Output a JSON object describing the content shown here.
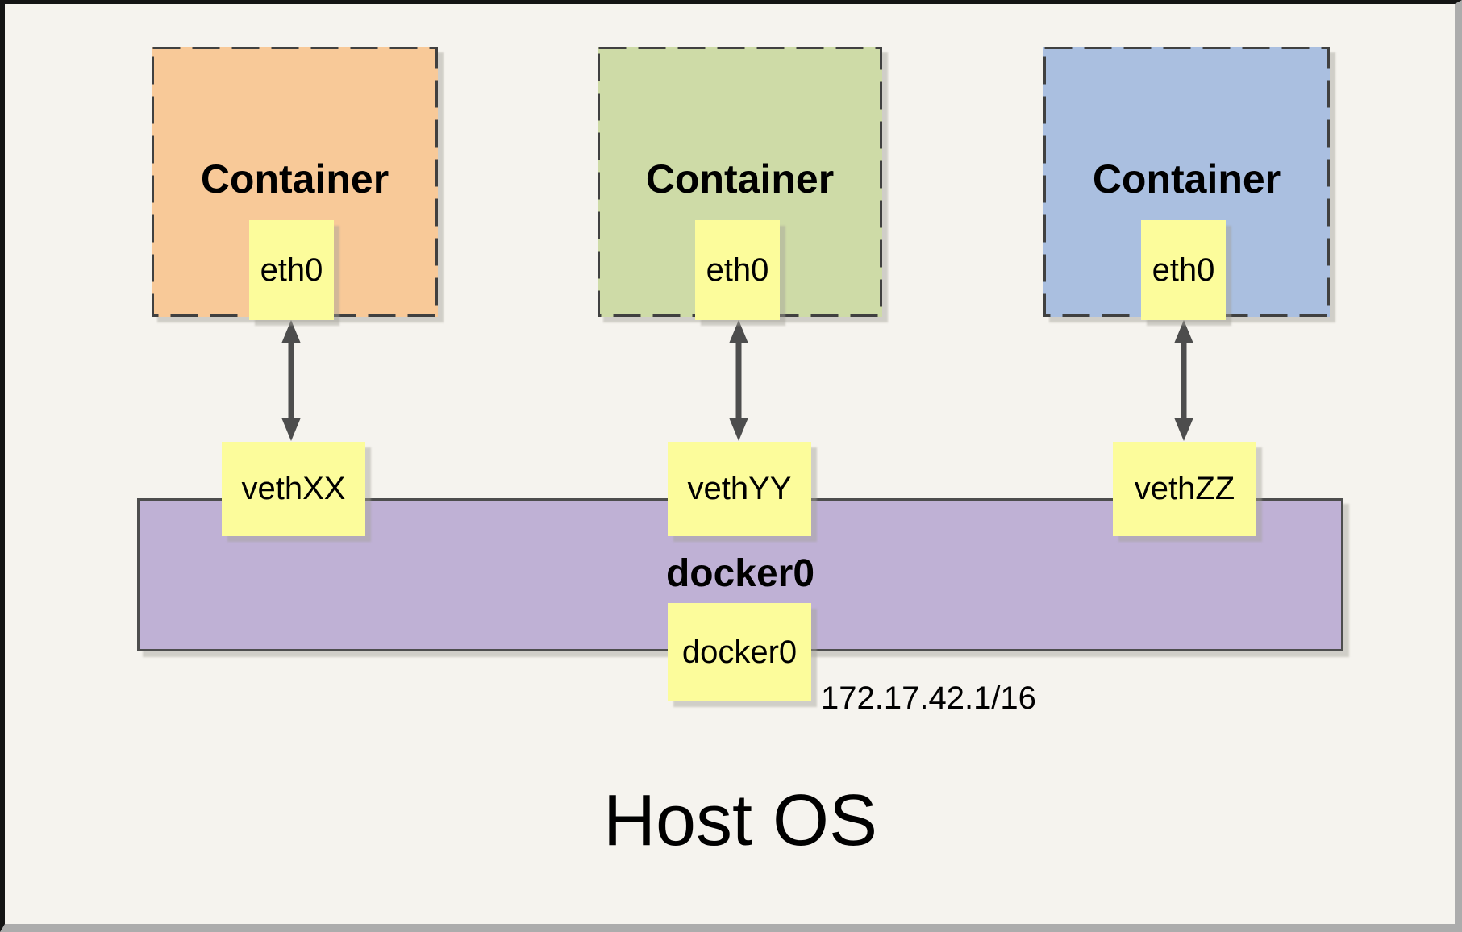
{
  "diagram": {
    "containers": [
      {
        "label": "Container",
        "interface": "eth0",
        "veth": "vethXX",
        "fill": "#F8C998"
      },
      {
        "label": "Container",
        "interface": "eth0",
        "veth": "vethYY",
        "fill": "#CEDBA7"
      },
      {
        "label": "Container",
        "interface": "eth0",
        "veth": "vethZZ",
        "fill": "#AABFE0"
      }
    ],
    "bridge": {
      "label": "docker0",
      "interface_box": "docker0",
      "ip": "172.17.42.1/16",
      "fill": "#BFB1D5"
    },
    "host": {
      "label": "Host OS"
    },
    "colors": {
      "background": "#F5F3EE",
      "note_yellow": "#FCFC9B",
      "dash_border": "#404040",
      "bridge_border": "#4D4D4D",
      "arrow": "#4D4D4D"
    }
  }
}
